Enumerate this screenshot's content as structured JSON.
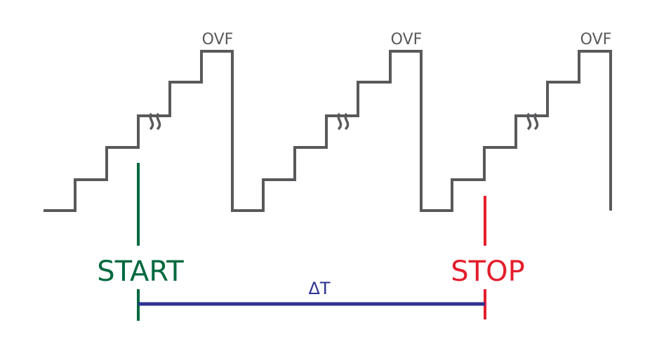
{
  "colors": {
    "waveform": "#58595b",
    "start": "#00693e",
    "stop": "#e41e2b",
    "interval": "#2e3192"
  },
  "labels": {
    "overflow": [
      "OVF",
      "OVF",
      "OVF"
    ],
    "start": "START",
    "stop": "STOP",
    "delta": "ΔT"
  }
}
